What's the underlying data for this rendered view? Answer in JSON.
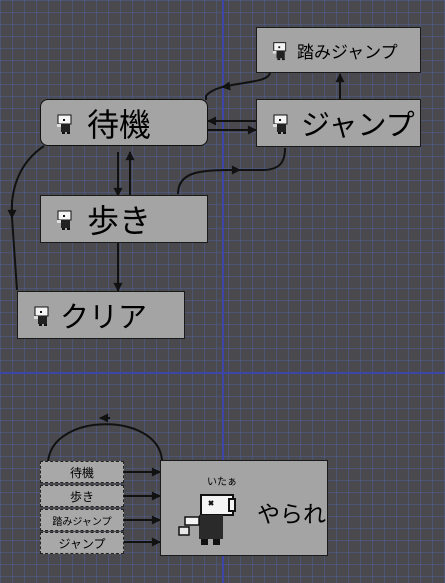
{
  "states": {
    "idle": {
      "label": "待機"
    },
    "walk": {
      "label": "歩き"
    },
    "clear": {
      "label": "クリア"
    },
    "jump": {
      "label": "ジャンプ"
    },
    "stomp_jump": {
      "label": "踏みジャンプ"
    },
    "defeated": {
      "label": "やられ",
      "caption": "いたぁ"
    }
  },
  "any_state_triggers": [
    "待機",
    "歩き",
    "踏みジャンプ",
    "ジャンプ"
  ],
  "colors": {
    "background": "#4a4a4e",
    "grid": "#505f96",
    "guide": "#3d46a8",
    "node": "#a4a4a4",
    "edge": "#111111"
  }
}
